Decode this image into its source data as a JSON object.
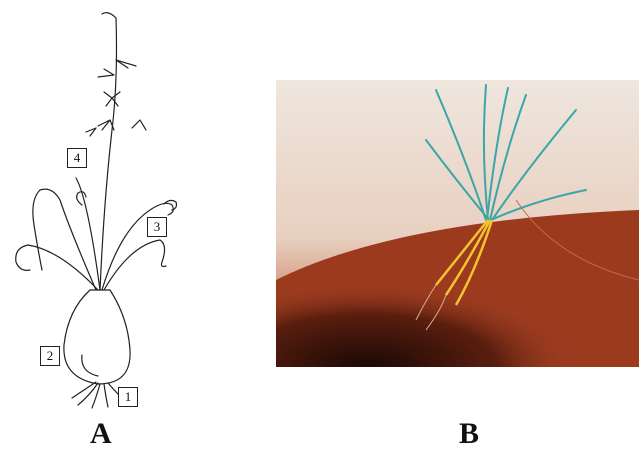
{
  "panels": {
    "a": {
      "label": "A"
    },
    "b": {
      "label": "B"
    }
  },
  "callouts": [
    "1",
    "2",
    "3",
    "4"
  ]
}
